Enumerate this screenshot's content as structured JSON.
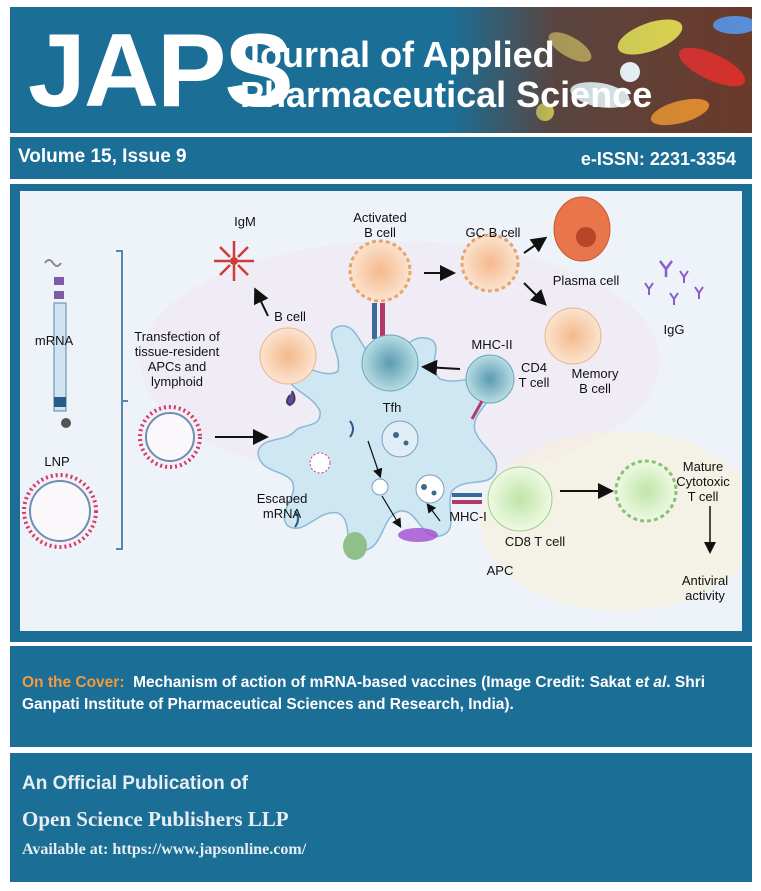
{
  "header": {
    "logo": "JAPS",
    "title_line1": "Journal of Applied",
    "title_line2": "Pharmaceutical Science"
  },
  "issue_bar": {
    "volume": "Volume 15, Issue 9",
    "eissn": "e-ISSN: 2231-3354"
  },
  "figure": {
    "labels": {
      "mrna": "mRNA",
      "lnp": "LNP",
      "transfection": "Transfection of\ntissue-resident\nAPCs and\nlymphoid",
      "igm": "IgM",
      "b_cell": "B cell",
      "activated_b_cell": "Activated\nB cell",
      "gc_b_cell": "GC B cell",
      "plasma_cell": "Plasma cell",
      "igg": "IgG",
      "memory_b_cell": "Memory\nB cell",
      "mhc_ii": "MHC-II",
      "cd4_t_cell": "CD4\nT cell",
      "tfh": "Tfh",
      "escaped_mrna": "Escaped\nmRNA",
      "mhc_i": "MHC-I",
      "cd8_t_cell": "CD8 T cell",
      "apc": "APC",
      "mature_ctl": "Mature\nCytotoxic\nT cell",
      "antiviral": "Antiviral\nactivity"
    }
  },
  "caption": {
    "label": "On the Cover:",
    "text_a": "Mechanism of action of mRNA-based vaccines (Image Credit: Sakat e",
    "text_etal": "t al",
    "text_b": ". Shri Ganpati Institute of Pharmaceutical Sciences and Research, India)."
  },
  "footer": {
    "line1": "An Official Publication of",
    "line2": "Open Science Publishers LLP",
    "line3": "Available at: https://www.japsonline.com/"
  },
  "colors": {
    "brand_blue": "#1b6e96",
    "caption_label": "#f39a3c",
    "figure_bg": "#edf3f9"
  }
}
